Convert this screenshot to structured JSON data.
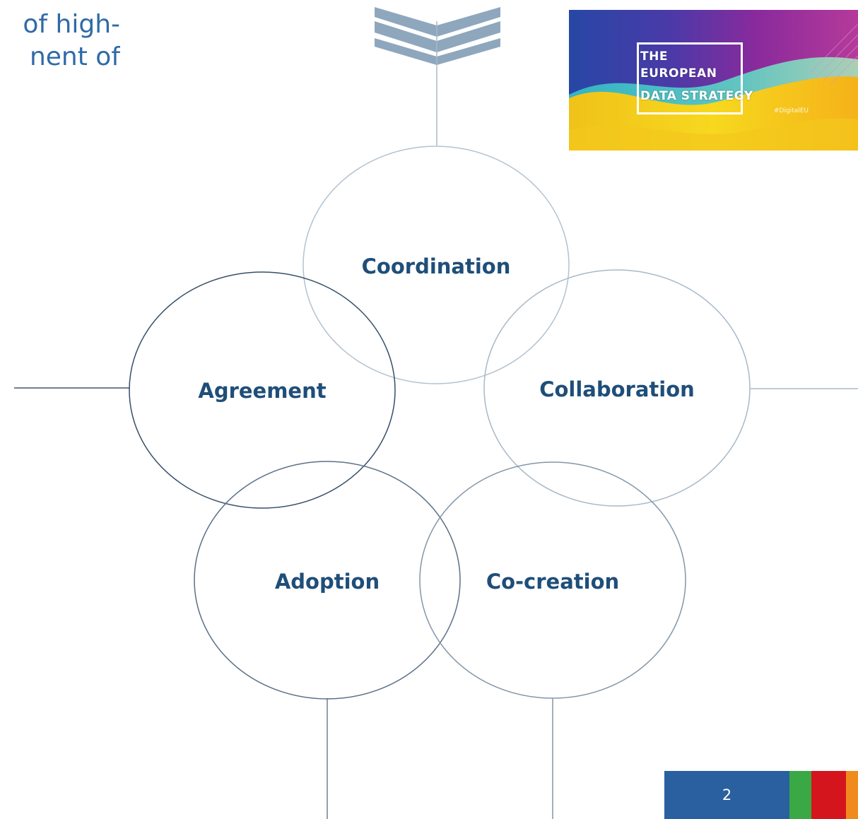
{
  "title": {
    "line1": "of high-",
    "line2": "nent of"
  },
  "diagram": {
    "circles": {
      "coordination": "Coordination",
      "agreement": "Agreement",
      "collaboration": "Collaboration",
      "adoption": "Adoption",
      "cocreation": "Co-creation"
    }
  },
  "logo": {
    "line1": "THE",
    "line2": "EUROPEAN",
    "line3": "DATA STRATEGY",
    "hashtag": "#DigitalEU"
  },
  "footer": {
    "page_number": "2"
  },
  "colors": {
    "title_text": "#2f6aa8",
    "label_text": "#1f4e79",
    "footer_blue": "#2a5fa0",
    "footer_green": "#3aa845",
    "footer_red": "#d4151e",
    "footer_orange": "#f08a1c"
  }
}
